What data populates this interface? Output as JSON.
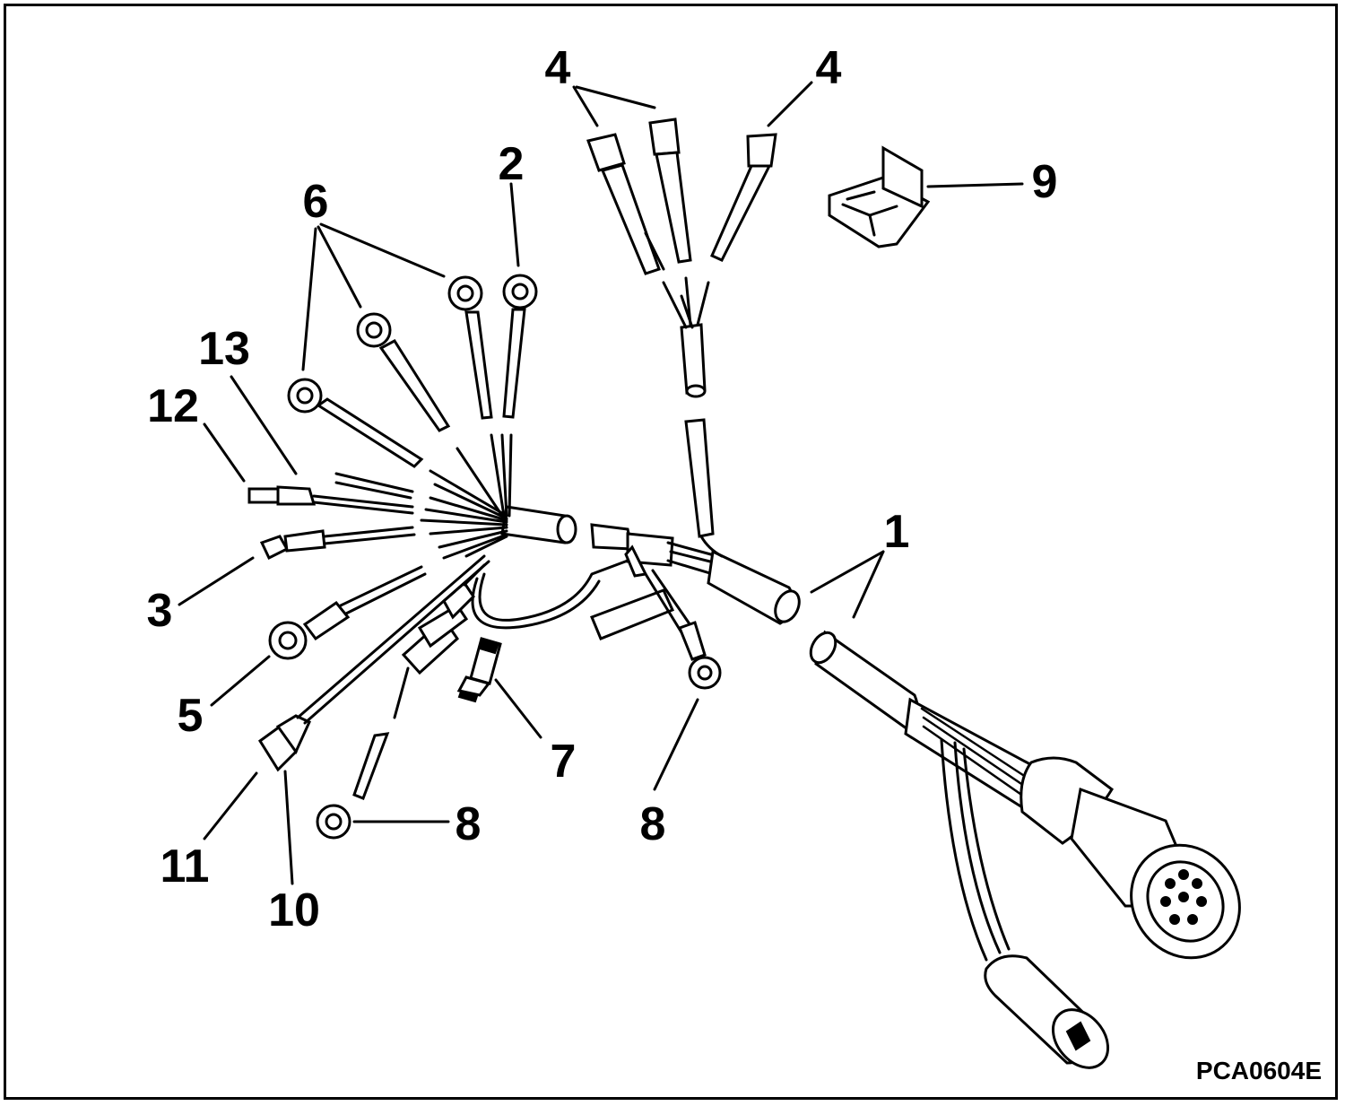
{
  "figure_code": "PCA0604E",
  "callouts": {
    "c1": "1",
    "c2": "2",
    "c3": "3",
    "c4a": "4",
    "c4b": "4",
    "c5": "5",
    "c6": "6",
    "c7": "7",
    "c8a": "8",
    "c8b": "8",
    "c9": "9",
    "c10": "10",
    "c11": "11",
    "c12": "12",
    "c13": "13"
  }
}
